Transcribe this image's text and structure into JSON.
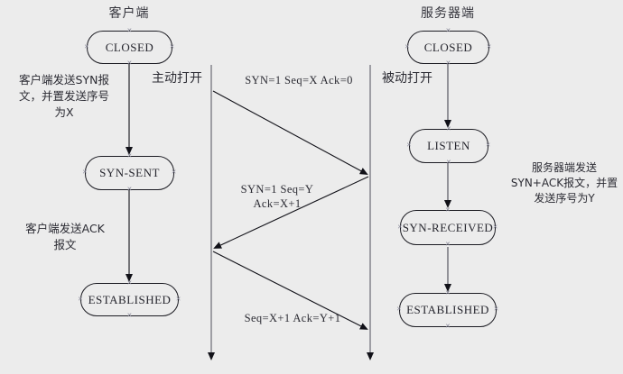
{
  "diagram": {
    "title_client": "客户端",
    "title_server": "服务器端",
    "colors": {
      "background": "#ececec",
      "stroke": "#1b1b22",
      "text": "#2b2b33",
      "handle": "#8a8a9a"
    }
  },
  "client": {
    "states": [
      {
        "label": "CLOSED"
      },
      {
        "label": "SYN-SENT"
      },
      {
        "label": "ESTABLISHED"
      }
    ],
    "transitions": [
      {
        "label": "主动打开"
      }
    ],
    "notes": [
      {
        "text": "客户端发送SYN报\n文，并置发送序号\n为X"
      },
      {
        "text": "客户端发送ACK\n报文"
      }
    ]
  },
  "server": {
    "states": [
      {
        "label": "CLOSED"
      },
      {
        "label": "LISTEN"
      },
      {
        "label": "SYN-RECEIVED"
      },
      {
        "label": "ESTABLISHED"
      }
    ],
    "transitions": [
      {
        "label": "被动打开"
      }
    ],
    "notes": [
      {
        "text": "服务器端发送\nSYN+ACK报文，并置\n发送序号为Y"
      }
    ]
  },
  "messages": [
    {
      "label": "SYN=1  Seq=X  Ack=0",
      "direction": "client-to-server"
    },
    {
      "label": "SYN=1  Seq=Y\nAck=X+1",
      "direction": "server-to-client"
    },
    {
      "label": "Seq=X+1  Ack=Y+1",
      "direction": "client-to-server"
    }
  ]
}
